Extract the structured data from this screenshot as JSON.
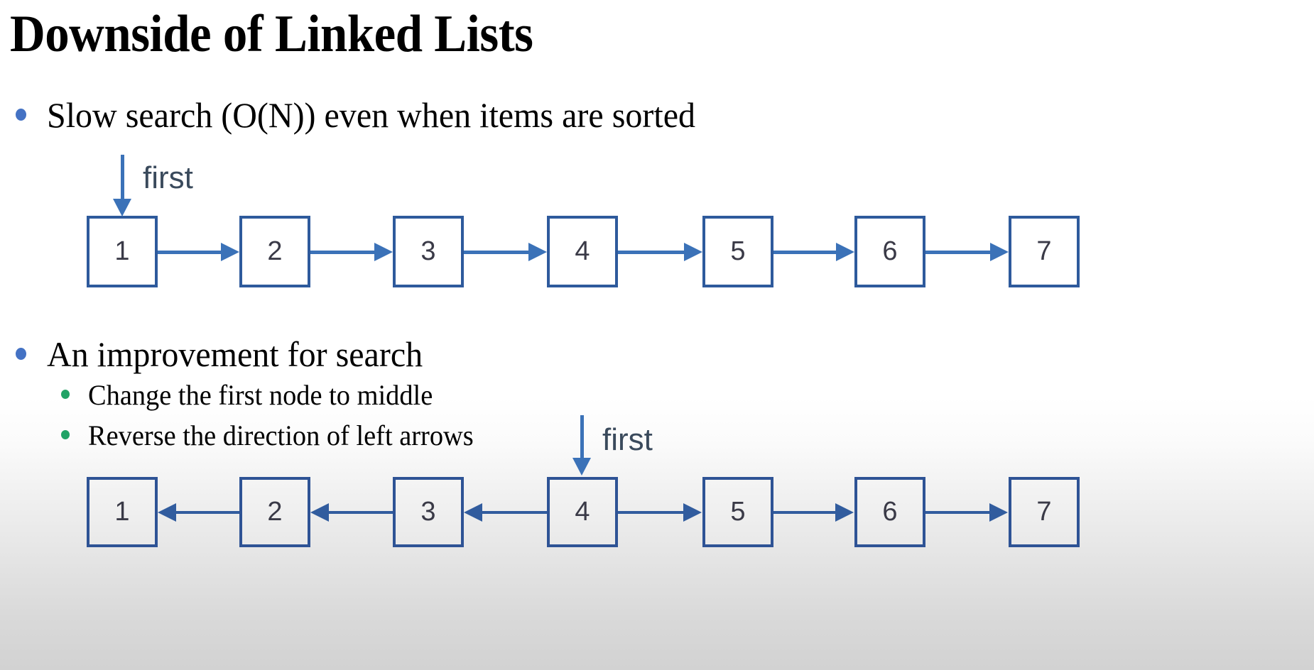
{
  "slide": {
    "title": "Downside of Linked Lists",
    "background_top_color": "#ffffff",
    "background_bottom_color": "#d2d2d2"
  },
  "bullets": {
    "level1_bullet_color": "#4472C4",
    "level2_bullet_color": "#21A366",
    "items": [
      {
        "level": 1,
        "text": "Slow search (O(N)) even when items are sorted"
      },
      {
        "level": 1,
        "text": "An improvement for search"
      },
      {
        "level": 2,
        "text": "Change the first node to middle"
      },
      {
        "level": 2,
        "text": "Reverse the direction of left arrows"
      }
    ]
  },
  "diagrams": {
    "top": {
      "pointer_label": "first",
      "pointer_target_index": 0,
      "node_fill": "#ffffff",
      "node_border_color": "#2E5A9C",
      "arrow_color": "#3B72B8",
      "nodes": [
        {
          "value": "1"
        },
        {
          "value": "2"
        },
        {
          "value": "3"
        },
        {
          "value": "4"
        },
        {
          "value": "5"
        },
        {
          "value": "6"
        },
        {
          "value": "7"
        }
      ],
      "links": [
        {
          "from": "1",
          "to": "2",
          "direction": "right"
        },
        {
          "from": "2",
          "to": "3",
          "direction": "right"
        },
        {
          "from": "3",
          "to": "4",
          "direction": "right"
        },
        {
          "from": "4",
          "to": "5",
          "direction": "right"
        },
        {
          "from": "5",
          "to": "6",
          "direction": "right"
        },
        {
          "from": "6",
          "to": "7",
          "direction": "right"
        }
      ]
    },
    "bottom": {
      "pointer_label": "first",
      "pointer_target_index": 3,
      "node_fill": "#e6e6e6",
      "node_border_color": "#2E5395",
      "arrow_color": "#315C9E",
      "nodes": [
        {
          "value": "1"
        },
        {
          "value": "2"
        },
        {
          "value": "3"
        },
        {
          "value": "4"
        },
        {
          "value": "5"
        },
        {
          "value": "6"
        },
        {
          "value": "7"
        }
      ],
      "links": [
        {
          "from": "2",
          "to": "1",
          "direction": "left"
        },
        {
          "from": "3",
          "to": "2",
          "direction": "left"
        },
        {
          "from": "4",
          "to": "3",
          "direction": "left"
        },
        {
          "from": "4",
          "to": "5",
          "direction": "right"
        },
        {
          "from": "5",
          "to": "6",
          "direction": "right"
        },
        {
          "from": "6",
          "to": "7",
          "direction": "right"
        }
      ]
    }
  }
}
